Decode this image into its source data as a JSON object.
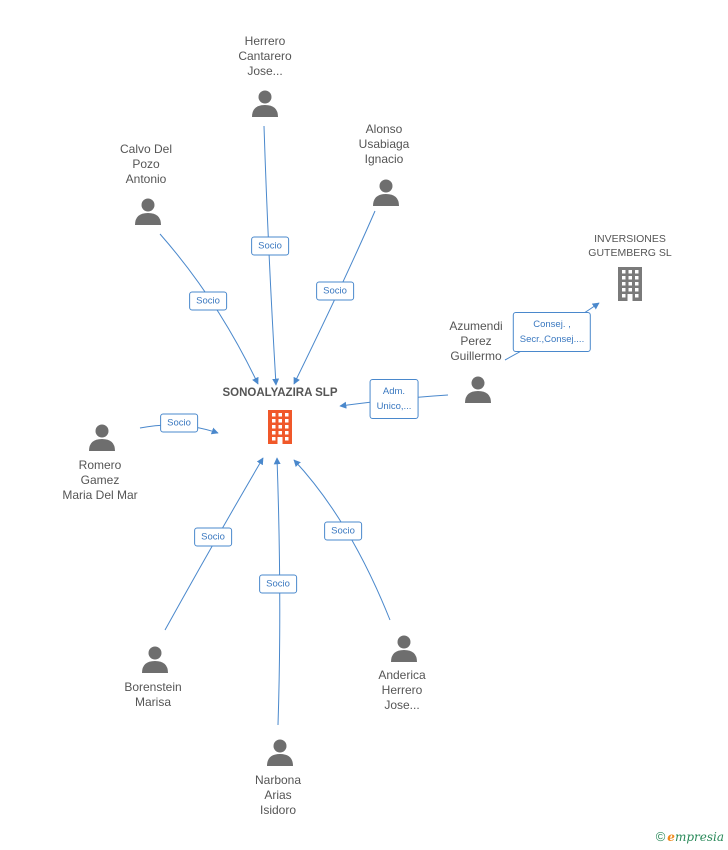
{
  "center": {
    "name": "SONOALYAZIRA SLP",
    "color": "#f0582a"
  },
  "company_nodes": [
    {
      "id": "inversiones",
      "lines": [
        "INVERSIONES",
        "GUTEMBERG SL"
      ],
      "color": "#7a7a7a"
    }
  ],
  "person_nodes": [
    {
      "id": "herrero",
      "lines": [
        "Herrero",
        "Cantarero",
        "Jose..."
      ]
    },
    {
      "id": "alonso",
      "lines": [
        "Alonso",
        "Usabiaga",
        "Ignacio"
      ]
    },
    {
      "id": "calvo",
      "lines": [
        "Calvo Del",
        "Pozo",
        "Antonio"
      ]
    },
    {
      "id": "azumendi",
      "lines": [
        "Azumendi",
        "Perez",
        "Guillermo"
      ]
    },
    {
      "id": "romero",
      "lines": [
        "Romero",
        "Gamez",
        "Maria Del Mar"
      ]
    },
    {
      "id": "borenstein",
      "lines": [
        "Borenstein",
        "Marisa"
      ]
    },
    {
      "id": "anderica",
      "lines": [
        "Anderica",
        "Herrero",
        "Jose..."
      ]
    },
    {
      "id": "narbona",
      "lines": [
        "Narbona",
        "Arias",
        "Isidoro"
      ]
    }
  ],
  "edges": [
    {
      "from": "herrero",
      "to": "center",
      "label": [
        "Socio"
      ]
    },
    {
      "from": "alonso",
      "to": "center",
      "label": [
        "Socio"
      ]
    },
    {
      "from": "calvo",
      "to": "center",
      "label": [
        "Socio"
      ]
    },
    {
      "from": "azumendi",
      "to": "center",
      "label": [
        "Adm.",
        "Unico,..."
      ]
    },
    {
      "from": "azumendi",
      "to": "inversiones",
      "label": [
        "Consej. ,",
        "Secr.,Consej...."
      ]
    },
    {
      "from": "romero",
      "to": "center",
      "label": [
        "Socio"
      ]
    },
    {
      "from": "borenstein",
      "to": "center",
      "label": [
        "Socio"
      ]
    },
    {
      "from": "narbona",
      "to": "center",
      "label": [
        "Socio"
      ]
    },
    {
      "from": "anderica",
      "to": "center",
      "label": [
        "Socio"
      ]
    }
  ],
  "colors": {
    "edge": "#4a88cc",
    "person": "#6e6e6e"
  },
  "branding": {
    "copyright": "©",
    "brand_initial": "e",
    "brand_rest": "mpresia"
  }
}
